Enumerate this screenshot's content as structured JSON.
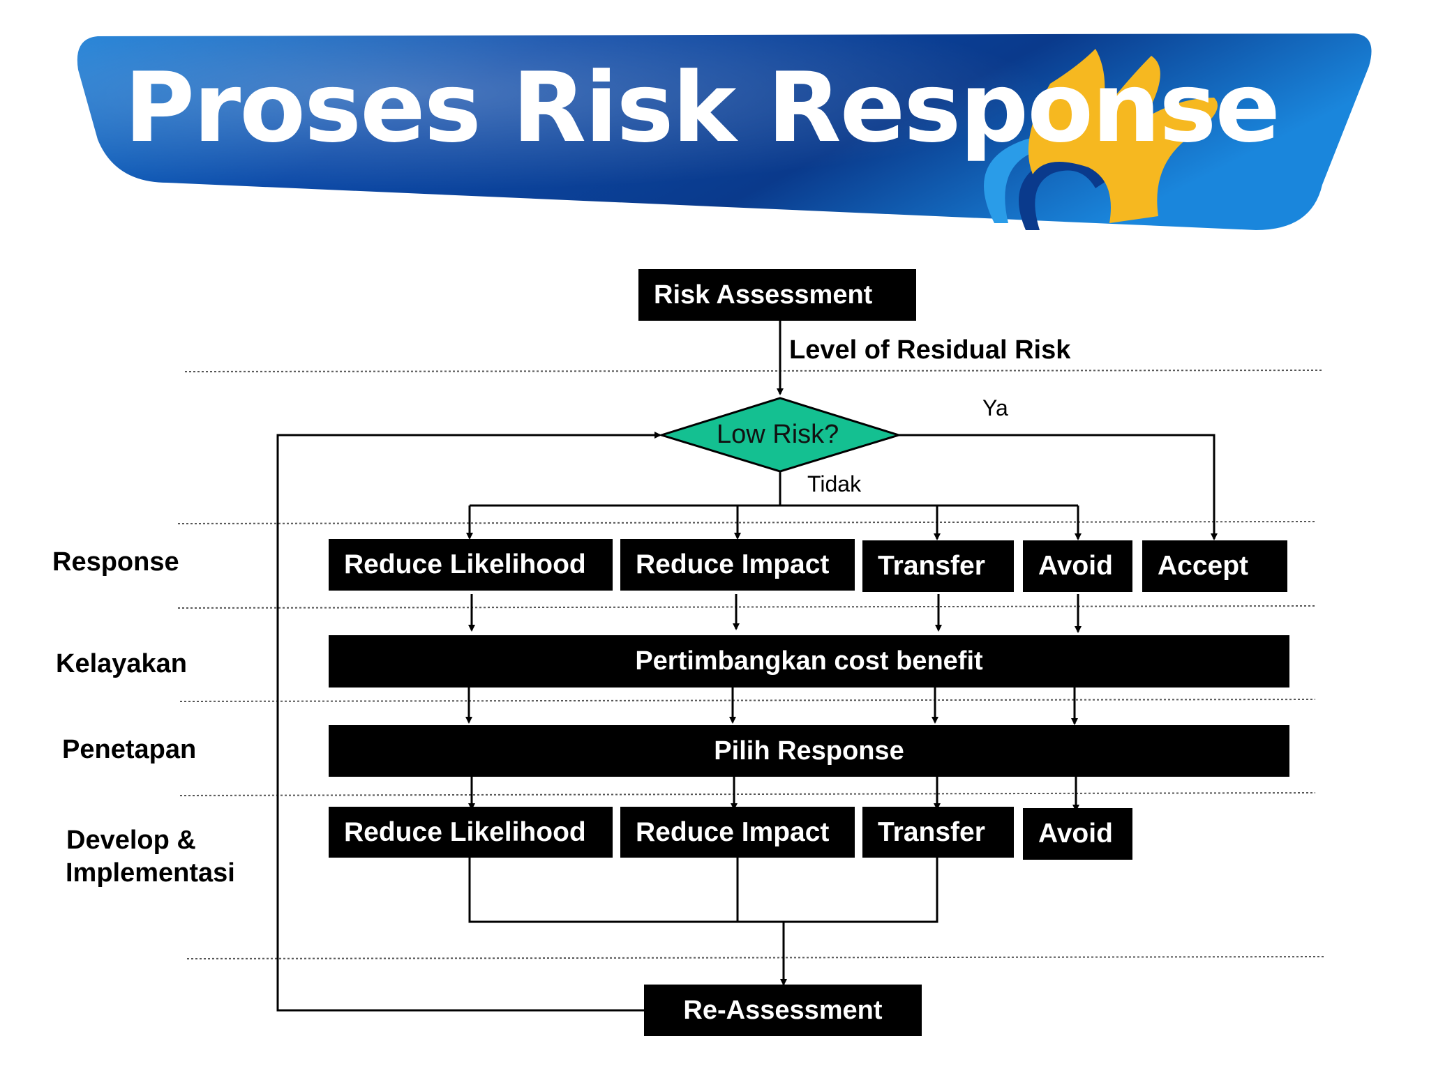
{
  "title": "Proses Risk Response",
  "colors": {
    "banner_dark": "#0a3a8c",
    "banner_light": "#1f8ee0",
    "logo_yellow": "#f6b820",
    "diamond_fill": "#14c091",
    "box_fill": "#000000"
  },
  "nodes": {
    "risk_assessment": "Risk Assessment",
    "residual_label": "Level of Residual Risk",
    "decision": "Low Risk?",
    "yes_label": "Ya",
    "no_label": "Tidak",
    "reassessment": "Re-Assessment"
  },
  "stages": {
    "response": "Response",
    "kelayakan": "Kelayakan",
    "penetapan": "Penetapan",
    "develop_line1": "Develop &",
    "develop_line2": "Implementasi"
  },
  "response_options": [
    "Reduce Likelihood",
    "Reduce Impact",
    "Transfer",
    "Avoid",
    "Accept"
  ],
  "cost_benefit": "Pertimbangkan cost benefit",
  "choose_response": "Pilih Response",
  "implementation_options": [
    "Reduce Likelihood",
    "Reduce Impact",
    "Transfer",
    "Avoid"
  ]
}
